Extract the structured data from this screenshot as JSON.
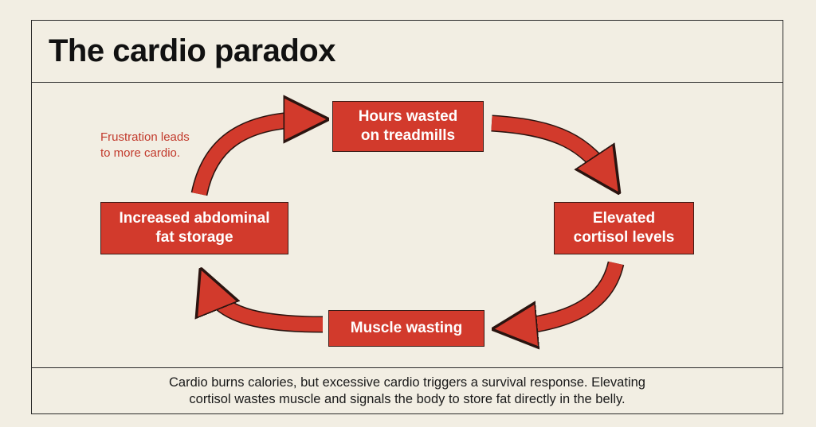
{
  "title": "The cardio paradox",
  "cycle": {
    "steps": [
      {
        "label": "Hours wasted\non treadmills"
      },
      {
        "label": "Elevated\ncortisol levels"
      },
      {
        "label": "Muscle wasting"
      },
      {
        "label": "Increased abdominal\nfat storage"
      }
    ],
    "annotation": "Frustration leads\nto more cardio."
  },
  "caption": {
    "line1": "Cardio burns calories, but excessive cardio triggers a survival response. Elevating",
    "line2": "cortisol wastes muscle and signals the body to store fat directly in the belly."
  },
  "colors": {
    "background": "#f2eee3",
    "accent": "#d23a2c",
    "annotation_text": "#c23a2c",
    "border": "#2a2a2a"
  }
}
